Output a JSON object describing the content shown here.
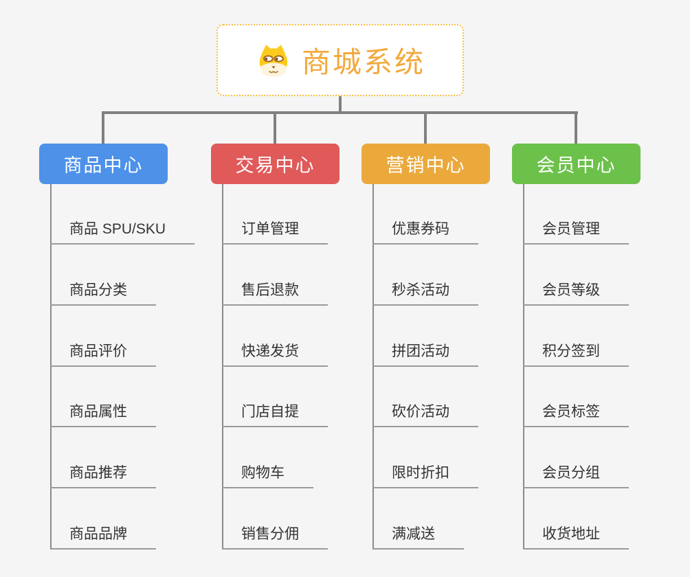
{
  "root": {
    "title": "商城系统",
    "icon": "doge-icon"
  },
  "branches": [
    {
      "key": "product-center",
      "label": "商品中心",
      "color": "#4d91e8",
      "children": [
        "商品 SPU/SKU",
        "商品分类",
        "商品评价",
        "商品属性",
        "商品推荐",
        "商品品牌"
      ]
    },
    {
      "key": "trade-center",
      "label": "交易中心",
      "color": "#e05a5a",
      "children": [
        "订单管理",
        "售后退款",
        "快递发货",
        "门店自提",
        "购物车",
        "销售分佣"
      ]
    },
    {
      "key": "marketing-center",
      "label": "营销中心",
      "color": "#eba93c",
      "children": [
        "优惠券码",
        "秒杀活动",
        "拼团活动",
        "砍价活动",
        "限时折扣",
        "满减送"
      ]
    },
    {
      "key": "member-center",
      "label": "会员中心",
      "color": "#6cc14a",
      "children": [
        "会员管理",
        "会员等级",
        "积分签到",
        "会员标签",
        "会员分组",
        "收货地址"
      ]
    }
  ],
  "colors": {
    "background": "#f5f5f5",
    "connector": "#808080",
    "child_line": "#8a8a8a",
    "underline": "#9a9a9a",
    "child_text": "#333333",
    "root_border": "#f8bc43",
    "root_text": "#f2a93c"
  }
}
